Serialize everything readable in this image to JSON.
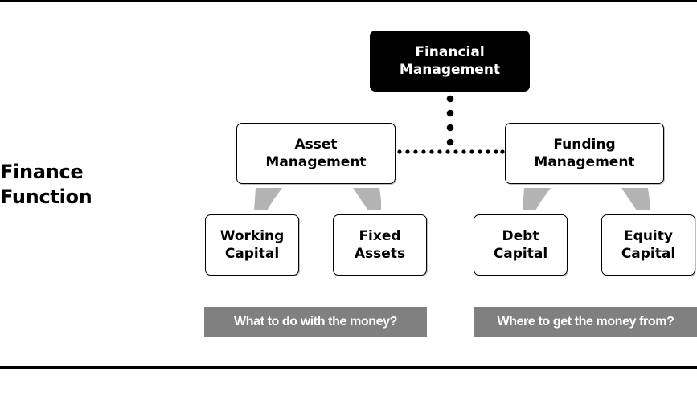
{
  "side_title": [
    "Finance",
    "Function"
  ],
  "root": {
    "lines": [
      "Financial",
      "Management"
    ]
  },
  "branches": {
    "asset": {
      "lines": [
        "Asset",
        "Management"
      ]
    },
    "funding": {
      "lines": [
        "Funding",
        "Management"
      ]
    }
  },
  "leaves": {
    "working_capital": {
      "lines": [
        "Working",
        "Capital"
      ]
    },
    "fixed_assets": {
      "lines": [
        "Fixed",
        "Assets"
      ]
    },
    "debt_capital": {
      "lines": [
        "Debt",
        "Capital"
      ]
    },
    "equity_capital": {
      "lines": [
        "Equity",
        "Capital"
      ]
    }
  },
  "captions": {
    "asset": "What to do with the money?",
    "funding": "Where to get the money from?"
  },
  "colors": {
    "rule": "#000000",
    "root_fill": "#000000",
    "root_text": "#ffffff",
    "arrow": "#b3b3b3",
    "caption_fill": "#808080",
    "caption_text": "#ffffff"
  }
}
